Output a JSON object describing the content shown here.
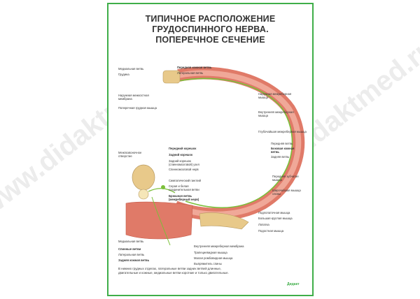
{
  "title_lines": [
    "ТИПИЧНОЕ РАСПОЛОЖЕНИЕ",
    "ГРУДОСПИННОГО НЕРВА.",
    "ПОПЕРЕЧНОЕ СЕЧЕНИЕ"
  ],
  "labels_top_left": [
    "Медиальная ветвь",
    "Грудина",
    "Наружная межкостная мембрана",
    "Поперечная грудная мышца"
  ],
  "labels_top_center": [
    "Передняя кожная ветвь",
    "Латеральная ветвь"
  ],
  "labels_right": [
    "Наружная межреберная мышца",
    "Внутренняя межреберная мышца",
    "Глубочайшая межреберная мышца",
    "Передняя ветвь",
    "Боковая кожная ветвь",
    "Задняя ветвь",
    "Передняя зубчатая мышца",
    "Широчайшая мышца спины",
    "Подлопаточная мышца",
    "Большая круглая мышца",
    "Лопатка",
    "Подостная мышца"
  ],
  "labels_left": [
    "Межпозвоночное отверстие",
    "Медиальная ветвь",
    "Спинные ветви",
    "Латеральная ветвь",
    "Задняя кожная ветвь"
  ],
  "labels_center": [
    "Передний корешок",
    "Задний корешок",
    "Задний корешок (спинномозговой) узел",
    "Спинномозговой нерв",
    "Симпатический ганглий",
    "Серая и белая соединительная ветви",
    "Брюшная ветвь (межреберный нерв)"
  ],
  "labels_bottom": [
    "Внутренняя межреберная мембрана",
    "Трапециевидная мышца",
    "Малая ромбовидная мышца",
    "Выпрямитель спины"
  ],
  "footnote": "В нижних грудных отделах, латеральные ветви задних ветвей длинные, двигательные и кожные, медиальные ветви короткие и только двигательные.",
  "logo": "Дидакт",
  "watermark": "www.didaktmed.ru",
  "colors": {
    "frame": "#3fae49",
    "muscle": "#e07a68",
    "nerve": "#7bbf3a",
    "bone": "#e8c98a"
  }
}
